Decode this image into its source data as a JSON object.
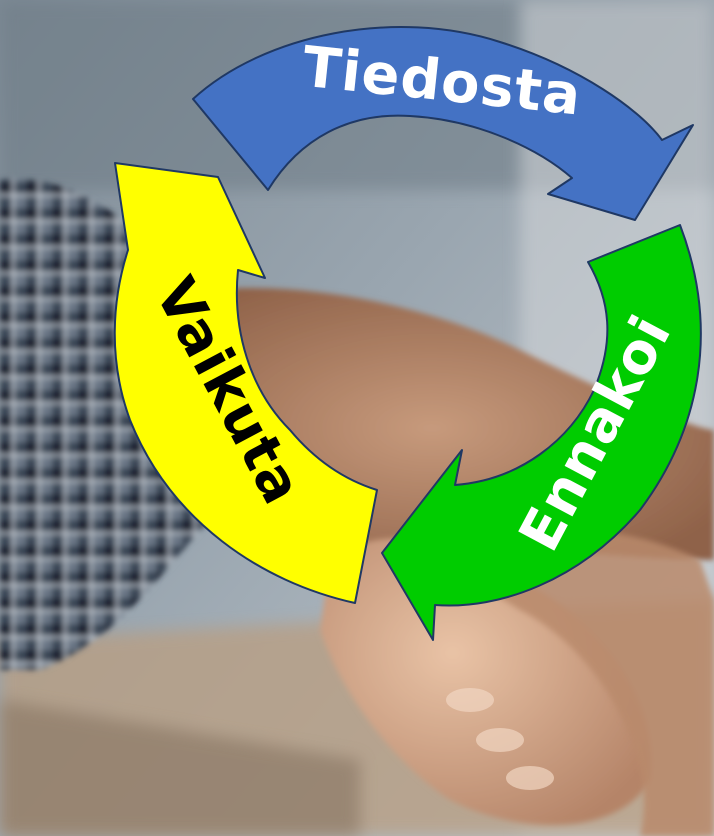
{
  "diagram": {
    "type": "cycle",
    "background_photo": "handshake-photo",
    "steps": [
      {
        "label": "Tiedosta",
        "fill": "#4472C4",
        "text_color": "#FFFFFF"
      },
      {
        "label": "Ennakoi",
        "fill": "#00CC00",
        "text_color": "#FFFFFF"
      },
      {
        "label": "Vaikuta",
        "fill": "#FFFF00",
        "text_color": "#000000"
      }
    ],
    "outline_color": "#1F3864"
  }
}
